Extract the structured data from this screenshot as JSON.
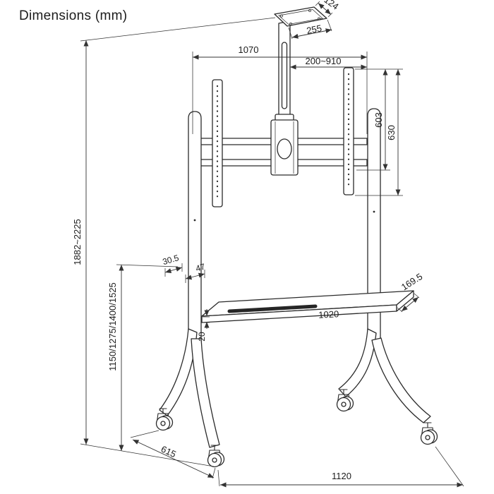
{
  "title": "Dimensions (mm)",
  "dims": {
    "top_plate_depth": "124",
    "top_plate_width": "255",
    "bracket_width": "1070",
    "column_range": "200~910",
    "vesa_height_inner": "603",
    "vesa_height_outer": "630",
    "overall_height": "1882~2225",
    "shelf_heights": "1150/1275/1400/1525",
    "post_depth": "30.5",
    "post_width": "47",
    "shelf_depth": "169.5",
    "shelf_width": "1020",
    "shelf_thickness": "20",
    "base_depth": "615",
    "base_width": "1120"
  },
  "colors": {
    "line": "#2b2b2b",
    "label": "#1c1c1c",
    "background": "#ffffff"
  }
}
